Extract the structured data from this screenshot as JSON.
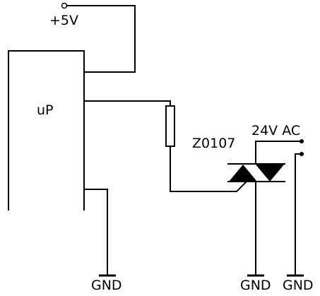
{
  "diagram": {
    "labels": {
      "supply": "+5V",
      "microcontroller": "uP",
      "triac_part": "Z0107",
      "ac_supply": "24V AC",
      "ground_uc": "GND",
      "ground_triac": "GND",
      "ground_ac": "GND"
    },
    "colors": {
      "line": "#000000",
      "background": "#ffffff"
    },
    "components": [
      {
        "name": "microcontroller",
        "kind": "ic-block"
      },
      {
        "name": "resistor",
        "kind": "resistor"
      },
      {
        "name": "triac",
        "kind": "triac"
      },
      {
        "name": "supply-terminal",
        "kind": "open-terminal"
      },
      {
        "name": "ac-terminal-1",
        "kind": "terminal"
      },
      {
        "name": "ac-terminal-2",
        "kind": "terminal"
      }
    ]
  }
}
